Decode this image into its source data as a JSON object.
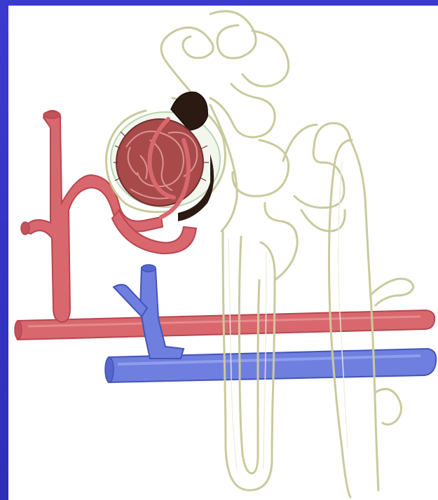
{
  "diagram": {
    "subject": "nephron",
    "colors": {
      "background": "#3434c4",
      "panel": "#ffffff",
      "artery": "#d9686e",
      "artery_stroke": "#b84650",
      "vein": "#6f7fe0",
      "vein_stroke": "#4354b8",
      "tubule_fill": "#ffffff",
      "tubule_stroke": "#c9ca9c",
      "capsule_dark": "#2a1a12",
      "glomerulus": "#a84a4a",
      "capsule_edge": "#b8d4b0"
    },
    "parts": [
      "afferent-arteriole",
      "glomerulus",
      "bowman-capsule",
      "proximal-tubule",
      "loop-of-henle",
      "distal-tubule",
      "collecting-duct",
      "renal-artery-branch",
      "renal-vein-branch"
    ]
  }
}
